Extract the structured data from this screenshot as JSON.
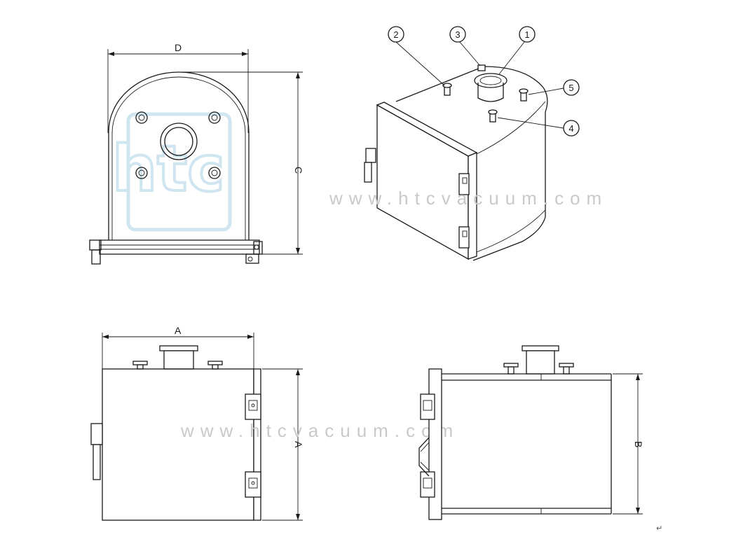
{
  "dimensions": {
    "D": "D",
    "C": "C",
    "A_top": "A",
    "A_side": "A",
    "B": "B"
  },
  "callouts": [
    "1",
    "2",
    "3",
    "4",
    "5"
  ],
  "watermark": {
    "upper": "www.htcvacuum.com",
    "lower": "www.htcvacuum.com",
    "logo": "htc"
  },
  "corner_mark": "↵",
  "colors": {
    "line": "#1a1a1a",
    "watermark": "#c9c9c9",
    "logo": "#cfe5ef"
  }
}
